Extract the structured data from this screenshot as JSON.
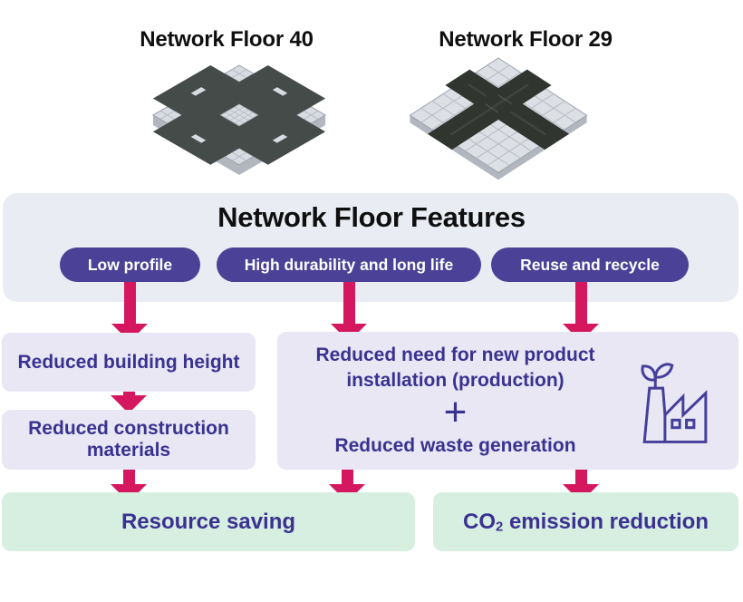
{
  "products": [
    {
      "name": "Network Floor 40"
    },
    {
      "name": "Network Floor 29"
    }
  ],
  "features": {
    "title": "Network Floor Features",
    "pills": [
      "Low profile",
      "High durability and long life",
      "Reuse and recycle"
    ]
  },
  "flow": {
    "left": [
      "Reduced building height",
      "Reduced construction materials"
    ],
    "right": {
      "line1": "Reduced need for new product installation (production)",
      "plus": "+",
      "line2": "Reduced waste generation"
    },
    "outcomes": {
      "left": "Resource saving",
      "right": {
        "prefix": "CO",
        "sub": "2",
        "rest": " emission reduction"
      }
    }
  },
  "icons": {
    "factory": "factory-eco-icon"
  },
  "colors": {
    "pill": "#4b4197",
    "arrow": "#d5175f",
    "heading": "#3b3191",
    "panel": "#e9edf3",
    "lavender": "#e8e7f3",
    "green": "#d7efe1",
    "title": "#0f0f0f"
  }
}
